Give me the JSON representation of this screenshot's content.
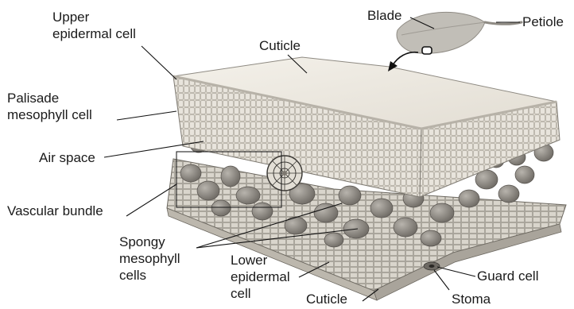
{
  "labels": {
    "upper_epidermal": [
      "Upper",
      "epidermal cell"
    ],
    "cuticle_top": "Cuticle",
    "blade": "Blade",
    "petiole": "Petiole",
    "palisade": [
      "Palisade",
      "mesophyll cell"
    ],
    "air_space": "Air space",
    "vascular_bundle": "Vascular bundle",
    "spongy": [
      "Spongy",
      "mesophyll",
      "cells"
    ],
    "lower_epidermal": [
      "Lower",
      "epidermal",
      "cell"
    ],
    "cuticle_bottom": "Cuticle",
    "guard_cell": "Guard cell",
    "stoma": "Stoma"
  },
  "colors": {
    "cuticle_top": "#ede9e1",
    "palisade": "#d9d4ca",
    "spongy_cells": "#8c8881",
    "leaf_icon": "#bdbab3",
    "leader_lines": "#111111"
  }
}
